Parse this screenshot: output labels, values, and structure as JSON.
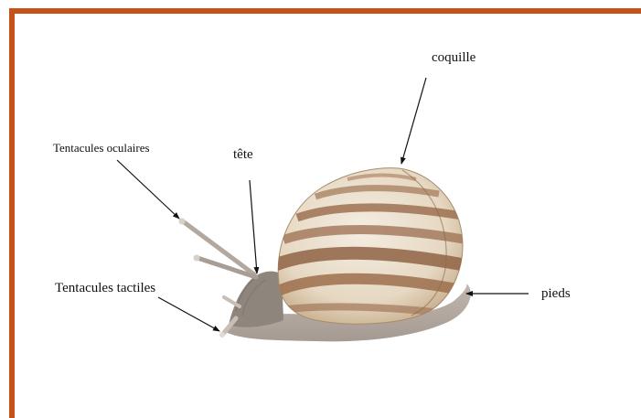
{
  "colors": {
    "frame": "#c8501a",
    "arrow": "#111111",
    "shell_light": "#efe6d8",
    "shell_band": "#9c6e4c",
    "body": "#b9aea4"
  },
  "labels": {
    "coquille": "coquille",
    "tentacules_oculaires": "Tentacules oculaires",
    "tete": "tête",
    "tentacules_tactiles": "Tentacules tactiles",
    "pieds": "pieds"
  }
}
